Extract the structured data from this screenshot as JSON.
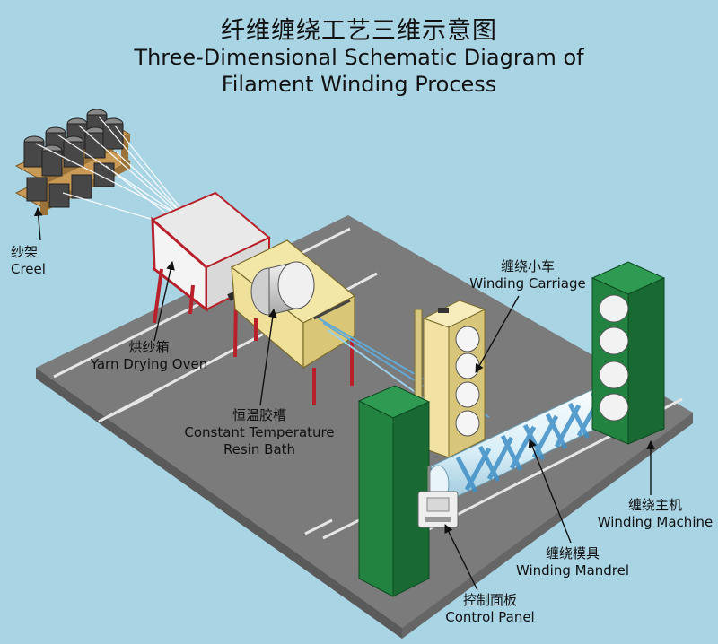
{
  "title": {
    "cn": "纤维缠绕工艺三维示意图",
    "en_line1": "Three-Dimensional Schematic Diagram of",
    "en_line2": "Filament Winding Process"
  },
  "labels": {
    "creel": {
      "cn": "纱架",
      "en": "Creel"
    },
    "oven": {
      "cn": "烘纱箱",
      "en": "Yarn Drying Oven"
    },
    "resin": {
      "cn": "恒温胶槽",
      "en1": "Constant Temperature",
      "en2": "Resin Bath"
    },
    "carriage": {
      "cn": "缠绕小车",
      "en": "Winding Carriage"
    },
    "machine": {
      "cn": "缠绕主机",
      "en": "Winding Machine"
    },
    "mandrel": {
      "cn": "缠绕模具",
      "en": "Winding Mandrel"
    },
    "panel": {
      "cn": "控制面板",
      "en": "Control Panel"
    }
  },
  "colors": {
    "background": "#a9d4e4",
    "floor": "#7e7e7e",
    "rail": "#e8e8e8",
    "creel_wood": "#c89a55",
    "spool": "#4a4a4a",
    "oven_frame": "#b8202a",
    "resin_bath": "#f2e6a6",
    "carriage": "#f1e2a4",
    "machine": "#1f7a3c",
    "mandrel": "#eaf6fb",
    "fiber": "#62a9d6"
  }
}
